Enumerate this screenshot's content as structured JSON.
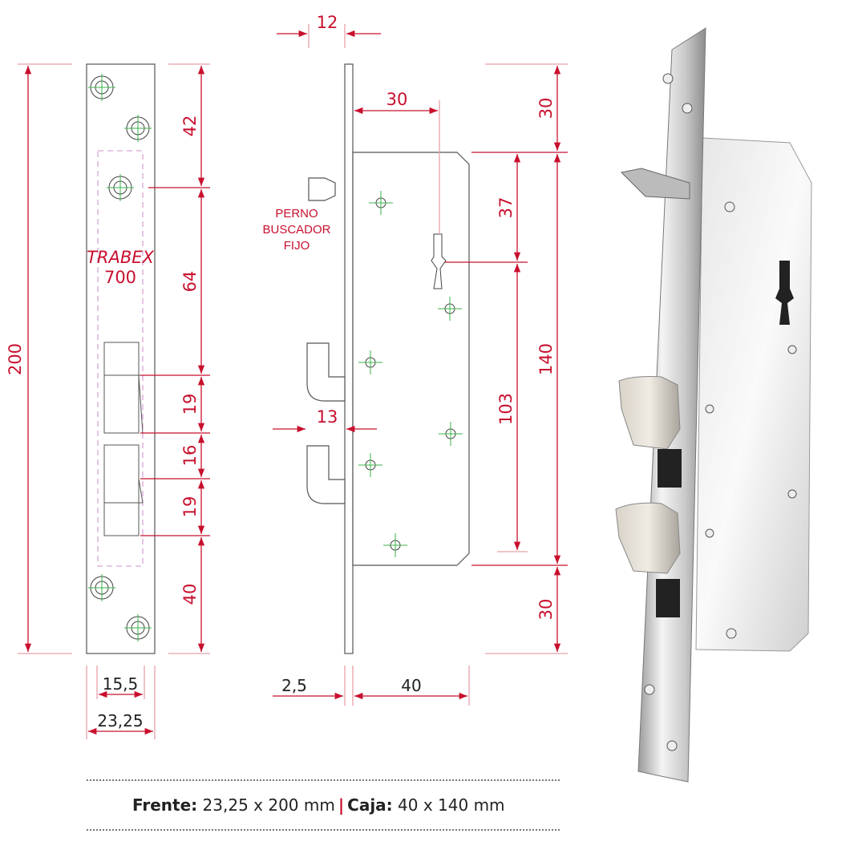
{
  "front_view": {
    "brand": "TRABEX",
    "model": "700",
    "dims": {
      "height": "200",
      "d42": "42",
      "d64": "64",
      "d19a": "19",
      "d16": "16",
      "d19b": "19",
      "d40": "40",
      "w_inner": "15,5",
      "w_outer": "23,25"
    }
  },
  "side_view": {
    "label_lines": [
      "PERNO",
      "BUSCADOR",
      "FIJO"
    ],
    "dims": {
      "d12": "12",
      "d30h": "30",
      "d30top": "30",
      "d37": "37",
      "d140": "140",
      "d103": "103",
      "d30bot": "30",
      "d13": "13",
      "d2_5": "2,5",
      "d40": "40"
    }
  },
  "footer": {
    "frente_label": "Frente:",
    "frente_value": "23,25 x 200 mm",
    "caja_label": "Caja:",
    "caja_value": "40 x 140 mm"
  },
  "colors": {
    "accent": "#c8102e"
  }
}
